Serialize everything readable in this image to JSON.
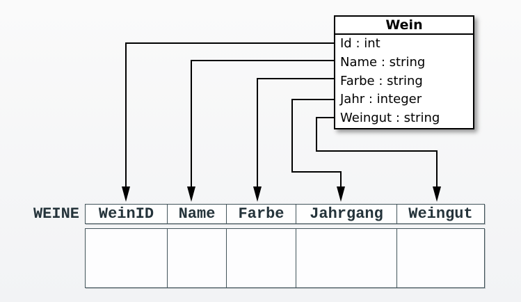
{
  "class_box": {
    "title": "Wein",
    "attributes": [
      "Id : int",
      "Name : string",
      "Farbe : string",
      "Jahr : integer",
      "Weingut : string"
    ]
  },
  "table": {
    "label": "WEINE",
    "columns": [
      "WeinID",
      "Name",
      "Farbe",
      "Jahrgang",
      "Weingut"
    ],
    "empty_body_rows": 1
  },
  "mappings": [
    {
      "from": "Id",
      "to": "WeinID"
    },
    {
      "from": "Name",
      "to": "Name"
    },
    {
      "from": "Farbe",
      "to": "Farbe"
    },
    {
      "from": "Jahr",
      "to": "Jahrgang"
    },
    {
      "from": "Weingut",
      "to": "Weingut"
    }
  ],
  "colors": {
    "background": "#f7f7f8",
    "connector": "#000000",
    "class_border": "#000000",
    "class_bg": "#ffffff",
    "table_border": "#42545a",
    "table_text": "#24333a"
  }
}
